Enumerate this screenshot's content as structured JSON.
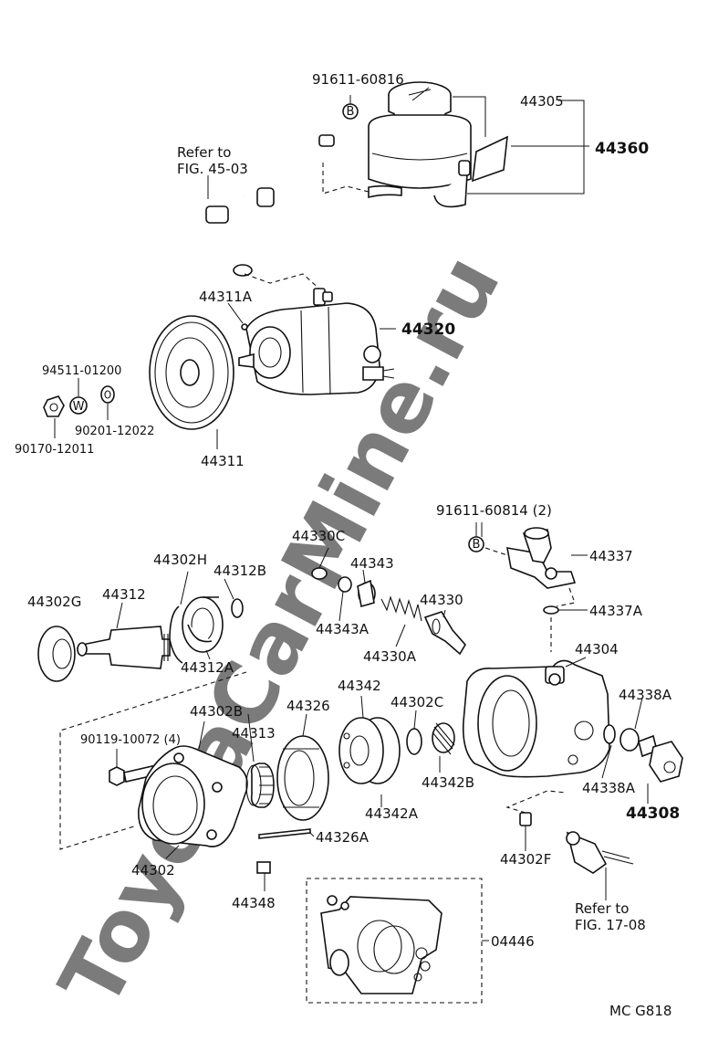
{
  "watermark": "ToyotaCarMine.ru",
  "figure_code": "MC  G818",
  "upper_assembly": {
    "reservoir_bolt": "91611-60816",
    "reservoir": "44305",
    "reservoir_label": "44360",
    "refer_hose_line1": "Refer to",
    "refer_hose_line2": "FIG. 45-03",
    "bracket": "44311A",
    "pump_assy": "44320",
    "washer_part": "94511-01200",
    "nut_part": "90201-12022",
    "bolt_part": "90170-12011",
    "pulley": "44311",
    "badge_b": "B",
    "badge_w": "W"
  },
  "lower_assembly": {
    "union_bolt": "91611-60814 (2)",
    "union": "44337",
    "o_ring_union": "44337A",
    "snap_ring_valve": "44330C",
    "plug": "44343",
    "o_ring_plug": "44343A",
    "spring_valve": "44330A",
    "flow_valve": "44330",
    "bearing": "44302H",
    "shaft": "44312",
    "snap_ring_shaft": "44312B",
    "oil_seal": "44302G",
    "snap_ring_a": "44312A",
    "housing_front": "44302B",
    "bolt_set": "90119-10072 (4)",
    "rotor": "44313",
    "cam_ring": "44326",
    "side_plate": "44342",
    "o_ring_front": "44302C",
    "pump_body": "44304",
    "o_ring_connector": "44338A",
    "spring_b": "44342B",
    "plate_a": "44342A",
    "o_ring_lower": "44338A",
    "connector": "44308",
    "pin": "44326A",
    "housing": "44302",
    "vane_plate": "44348",
    "gasket_kit": "04446",
    "plug_f": "44302F",
    "refer_sensor_line1": "Refer to",
    "refer_sensor_line2": "FIG. 17-08",
    "badge_b": "B"
  }
}
